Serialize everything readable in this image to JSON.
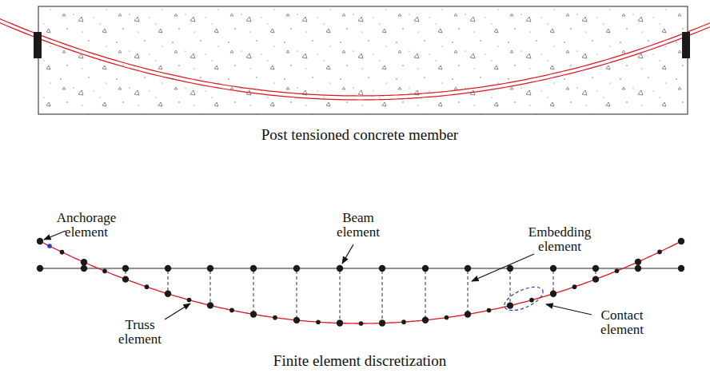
{
  "diagram": {
    "labels": [
      "Post tensioned concrete member",
      "Anchorage element",
      "Beam element",
      "Embedding element",
      "Truss element",
      "Contact element",
      "Finite element discretization"
    ]
  }
}
